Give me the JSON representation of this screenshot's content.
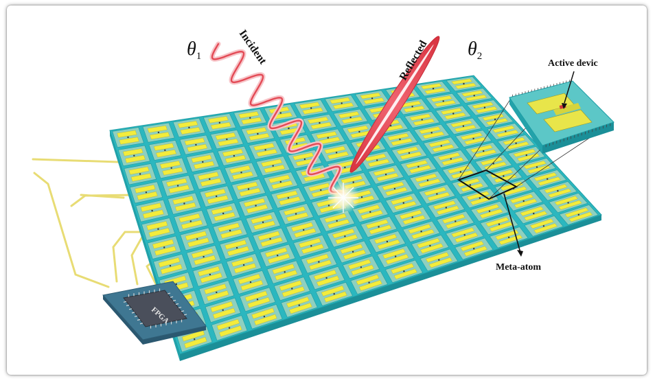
{
  "labels": {
    "theta1_symbol": "θ",
    "theta1_sub": "1",
    "theta2_symbol": "θ",
    "theta2_sub": "2",
    "incident": "Incident",
    "reflected": "Reflected",
    "active_device": "Active devic",
    "meta_atom": "Meta-atom",
    "fpga": "FPGA"
  },
  "colors": {
    "substrate": "#2bb7bf",
    "substrate_dark": "#1b8f98",
    "cell_top": "#8ed0c0",
    "patch": "#f3ec3c",
    "wave": "#e34a55",
    "beam": "#e8424e",
    "chip": "#3f6f88",
    "wire": "#eee27a"
  },
  "metasurface": {
    "rows": 12,
    "cols": 12
  }
}
